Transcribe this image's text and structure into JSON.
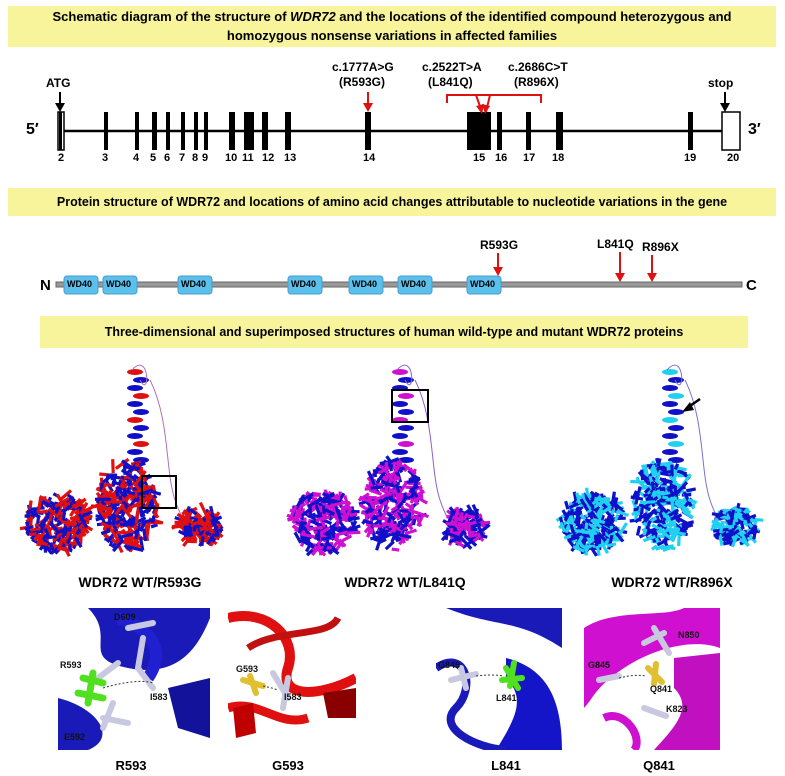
{
  "banners": {
    "gene_line1_pre": "Schematic diagram of the structure of ",
    "gene_line1_italic": "WDR72",
    "gene_line1_post": " and the locations of the identified compound heterozygous and",
    "gene_line2": "homozygous nonsense variations in affected families",
    "protein": "Protein structure of WDR72 and locations of amino acid changes attributable to nucleotide variations in the gene",
    "structure": "Three-dimensional and superimposed structures of human wild-type and mutant WDR72 proteins"
  },
  "gene": {
    "atg_label": "ATG",
    "stop_label": "stop",
    "five_prime": "5′",
    "three_prime": "3′",
    "exons": [
      "2",
      "3",
      "4",
      "5",
      "6",
      "7",
      "8",
      "9",
      "10",
      "11",
      "12",
      "13",
      "14",
      "15",
      "16",
      "17",
      "18",
      "19",
      "20"
    ],
    "variants": [
      {
        "cdna": "c.1777A>G",
        "protein": "(R593G)"
      },
      {
        "cdna": "c.2522T>A",
        "protein": "(L841Q)"
      },
      {
        "cdna": "c.2686C>T",
        "protein": "(R896X)"
      }
    ]
  },
  "protein": {
    "n_term": "N",
    "c_term": "C",
    "domain_label": "WD40",
    "domain_count": 7,
    "changes": [
      "R593G",
      "L841Q",
      "R896X"
    ]
  },
  "structures": {
    "panels": [
      "WDR72 WT/R593G",
      "WDR72 WT/L841Q",
      "WDR72 WT/R896X"
    ],
    "residues": [
      {
        "title": "R593",
        "labels": [
          "D609",
          "R593",
          "I583",
          "E592"
        ]
      },
      {
        "title": "G593",
        "labels": [
          "G593",
          "I583"
        ]
      },
      {
        "title": "L841",
        "labels": [
          "G845",
          "L841"
        ]
      },
      {
        "title": "Q841",
        "labels": [
          "N850",
          "G845",
          "Q841",
          "K823"
        ]
      }
    ]
  },
  "colors": {
    "banner": "#f8f49c",
    "arrow": "#e01010",
    "domain": "#5bc0ec",
    "wt": "#1010c8",
    "mut_red": "#e01010",
    "mut_magenta": "#d010d0",
    "mut_cyan": "#20d0f0",
    "ligand_green": "#50e020",
    "ligand_yellow": "#e0c030",
    "sidechain": "#c8c8e0"
  }
}
